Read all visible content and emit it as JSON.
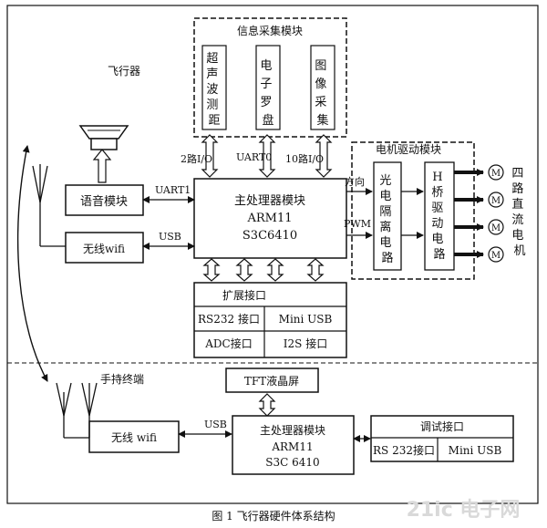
{
  "sections": {
    "aircraft": "飞行器",
    "handheld": "手持终端"
  },
  "info_module": {
    "title": "信息采集模块",
    "items": [
      "超声波测距",
      "电子罗盘",
      "图像采集"
    ]
  },
  "motor_module": {
    "title": "电机驱动模块",
    "opto": "光电隔离电路",
    "hbridge": "H桥驱动电路",
    "motor_symbol": "M",
    "side_label": "四路直流电机"
  },
  "main_cpu": {
    "line1": "主处理器模块",
    "line2": "ARM11",
    "line3": "S3C6410"
  },
  "voice_module": "语音模块",
  "wifi_top": "无线wifi",
  "expansion": {
    "title": "扩展接口",
    "cells": [
      "RS232 接口",
      "Mini USB",
      "ADC接口",
      "I2S 接口"
    ]
  },
  "links": {
    "io2": "2路I/O",
    "uart0": "UART0",
    "io10": "10路I/O",
    "uart1": "UART1",
    "usb_top": "USB",
    "dir": "方向",
    "pwm": "PWM",
    "usb_bottom": "USB"
  },
  "handheld": {
    "tft": "TFT液晶屏",
    "wifi": "无线 wifi",
    "cpu_line1": "主处理器模块",
    "cpu_line2": "ARM11",
    "cpu_line3": "S3C 6410",
    "debug_title": "调试接口",
    "debug_cells": [
      "RS 232接口",
      "Mini USB"
    ]
  },
  "caption": "图 1    飞行器硬件体系结构",
  "watermark": "21ic 电子网"
}
